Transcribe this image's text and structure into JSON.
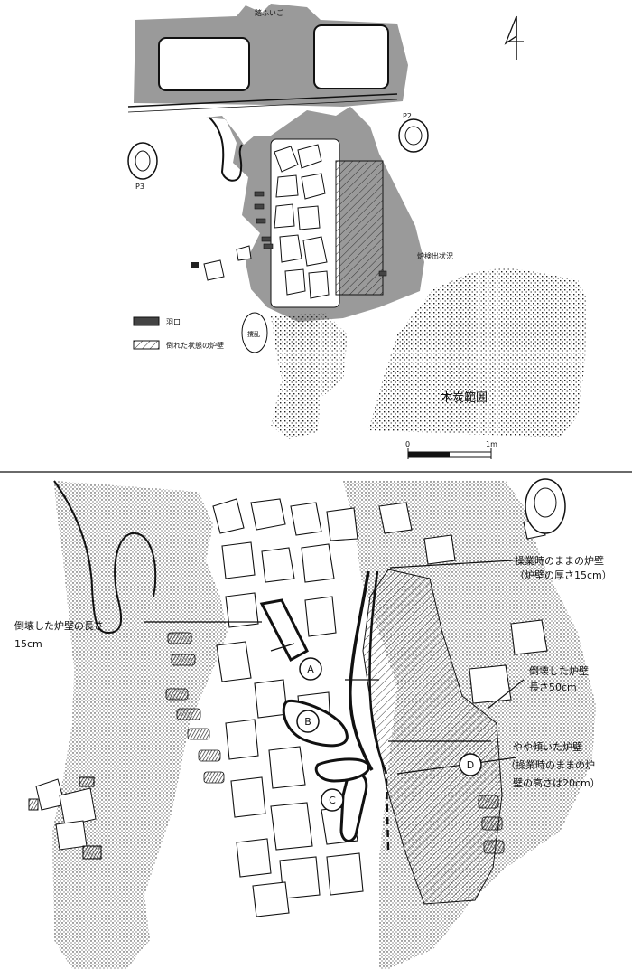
{
  "top_panel": {
    "label_fuigo": "踏ふいご",
    "label_p2": "P2",
    "label_p3": "P3",
    "label_furo": "炉検出状況",
    "label_charcoal": "木炭範囲",
    "label_scale_zero": "0",
    "label_scale_one": "1m",
    "label_kakuran": "攪乱",
    "legend_haguchi": "羽口",
    "legend_fallen_wall": "倒れた状態の炉壁"
  },
  "bottom_panel": {
    "callout_top_right_1": "操業時のままの炉壁",
    "callout_top_right_2": "（炉壁の厚さ15cm）",
    "callout_left_1": "倒壊した炉壁の長さ",
    "callout_left_2": "15cm",
    "callout_right_1": "倒壊した炉壁",
    "callout_right_2": "長さ50cm",
    "callout_lower_right_1": "やや傾いた炉壁",
    "callout_lower_right_2": "（操業時のままの炉",
    "callout_lower_right_3": "壁の高さは20cm）",
    "marker_a": "A",
    "marker_b": "B",
    "marker_c": "C",
    "marker_d": "D"
  },
  "colors": {
    "ink": "#111111",
    "gray_fill": "#9a9a9a",
    "dark_fill": "#555555"
  }
}
